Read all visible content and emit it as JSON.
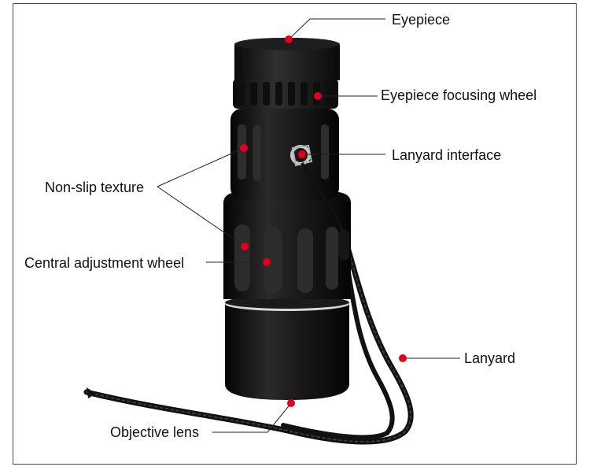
{
  "labels": {
    "eyepiece": "Eyepiece",
    "eyepiece_focusing_wheel": "Eyepiece focusing wheel",
    "lanyard_interface": "Lanyard interface",
    "non_slip_texture": "Non-slip texture",
    "central_adjustment_wheel": "Central adjustment wheel",
    "lanyard": "Lanyard",
    "objective_lens": "Objective lens"
  },
  "colors": {
    "marker": "#e0001b",
    "body": "#141414",
    "leader_line": "#222222",
    "frame": "#4a4a4a"
  }
}
